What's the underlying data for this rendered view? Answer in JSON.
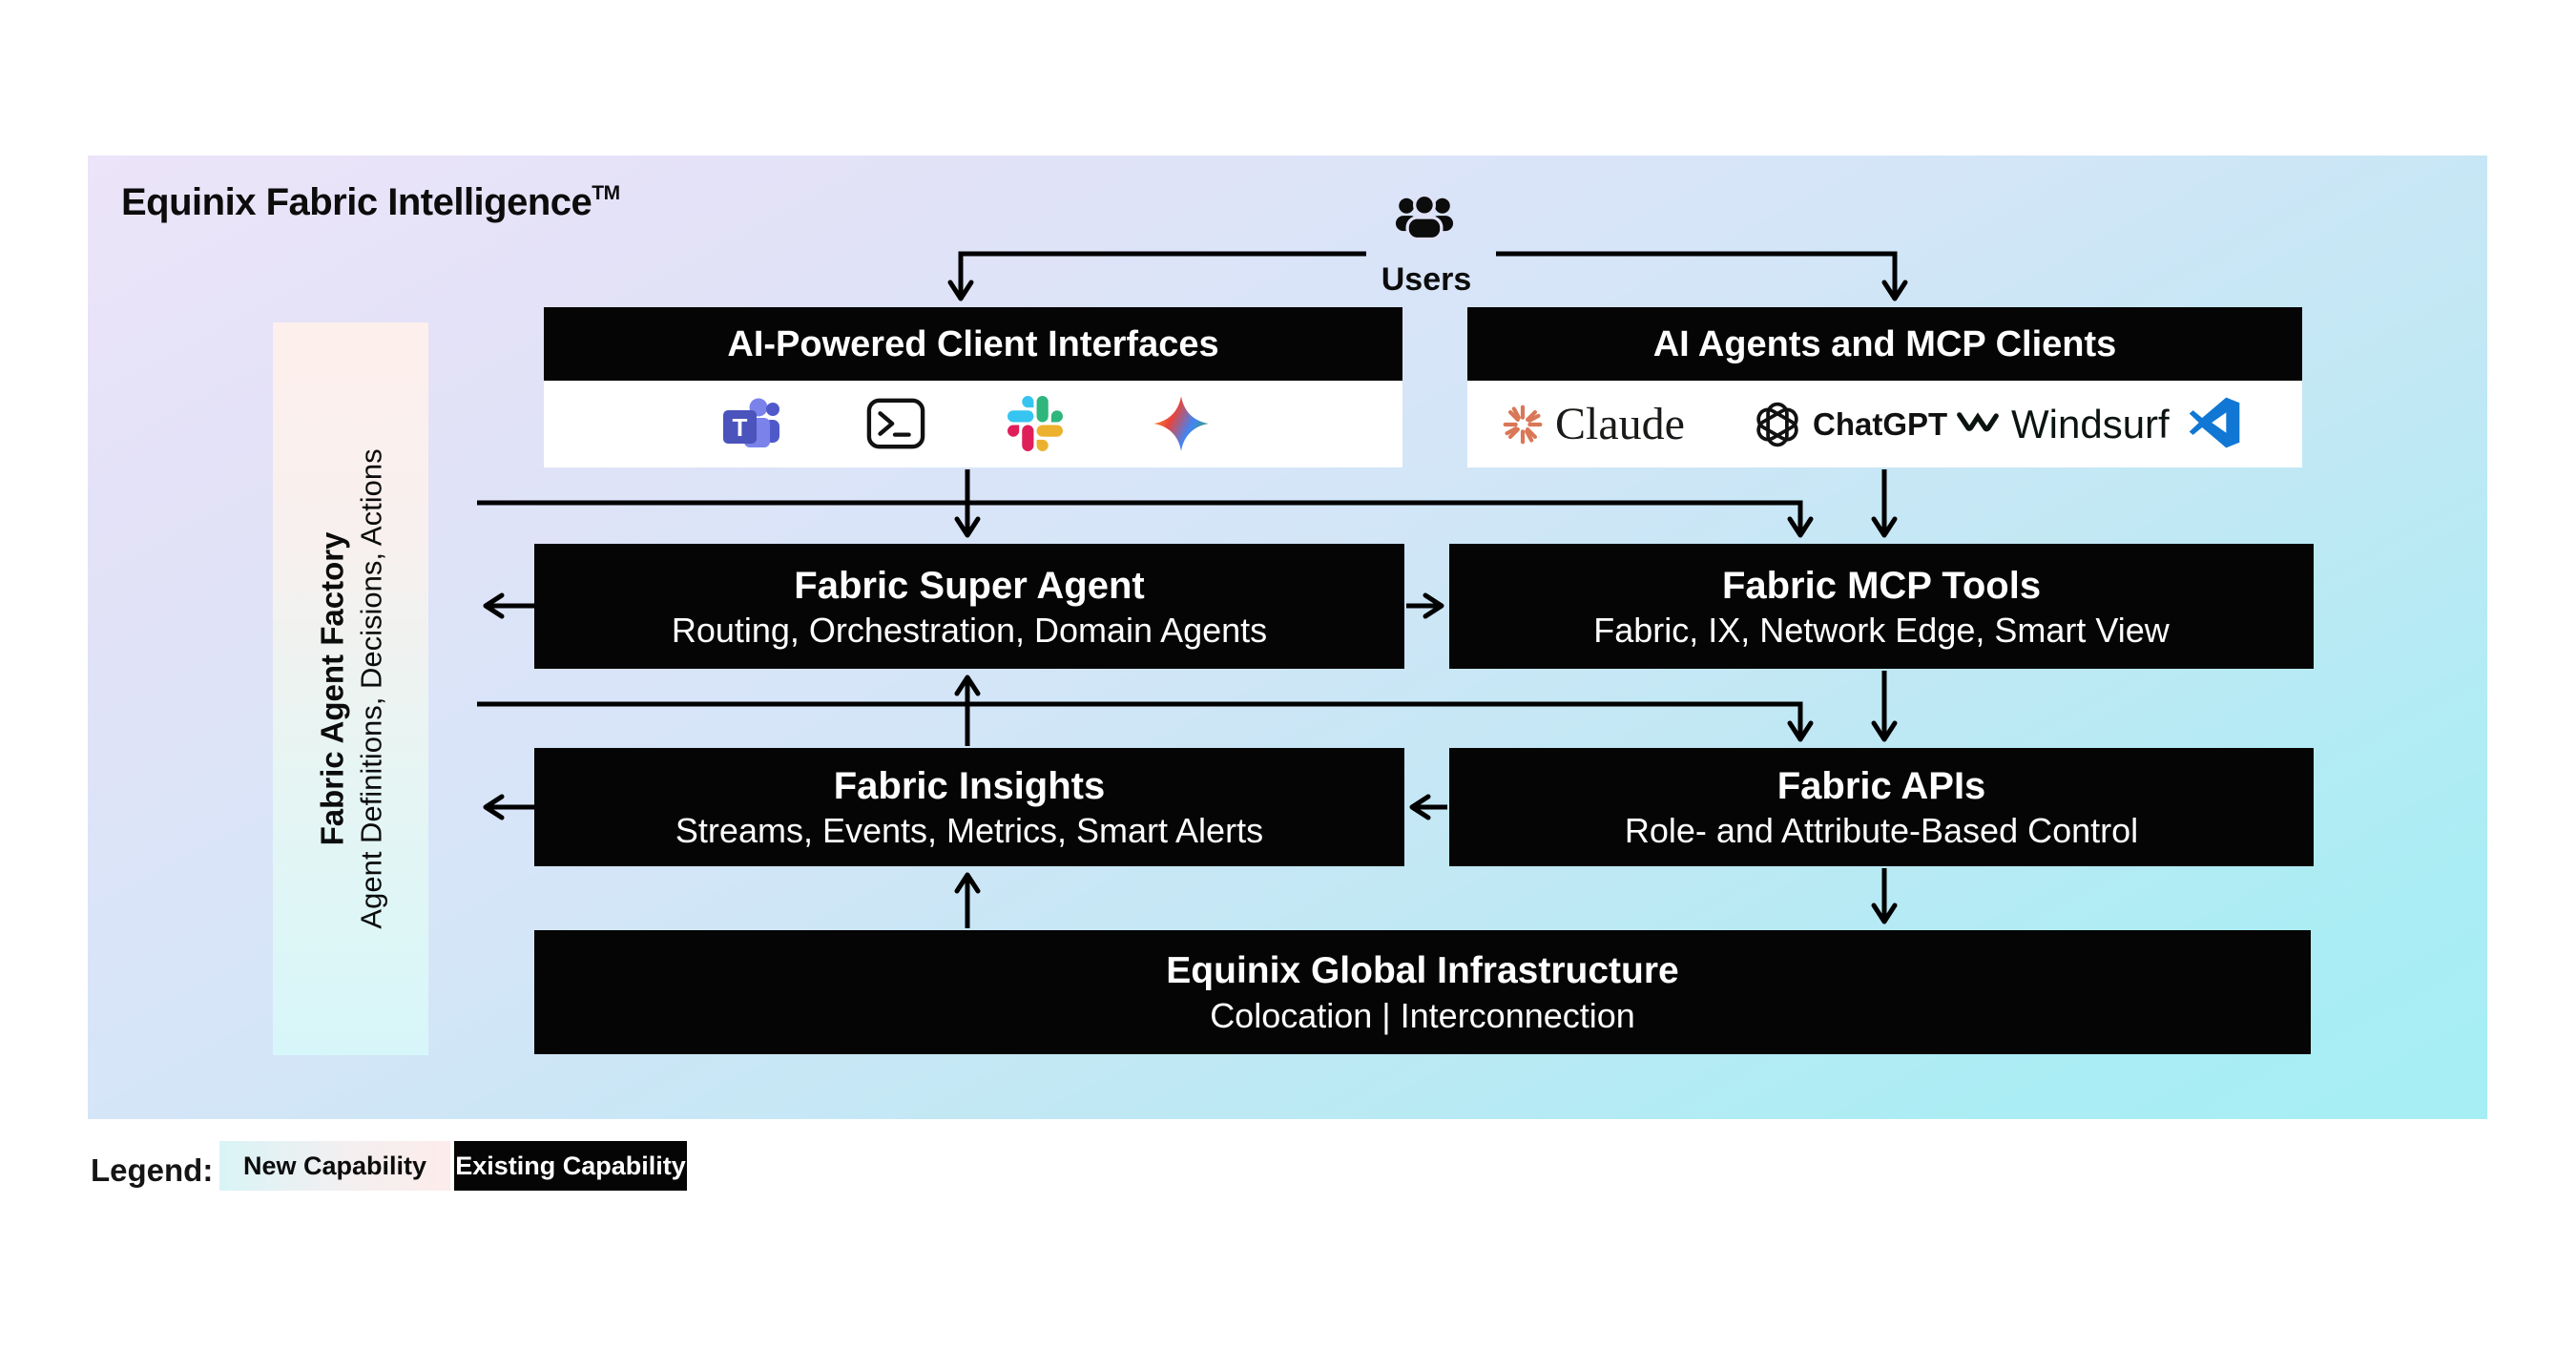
{
  "page": {
    "title_main": "Equinix Fabric Intelligence",
    "title_sup": "TM"
  },
  "users": {
    "label": "Users"
  },
  "headers": {
    "client_interfaces": "AI-Powered Client Interfaces",
    "ai_agents": "AI Agents and MCP Clients"
  },
  "icons": {
    "client_row": [
      "microsoft-teams",
      "terminal",
      "slack",
      "gemini"
    ],
    "teams_letter": "T"
  },
  "logos": {
    "claude": "Claude",
    "chatgpt": "ChatGPT",
    "windsurf": "Windsurf",
    "vscode": "visual-studio-code"
  },
  "boxes": {
    "super_agent": {
      "title": "Fabric Super Agent",
      "subtitle": "Routing, Orchestration, Domain Agents"
    },
    "mcp_tools": {
      "title": "Fabric MCP Tools",
      "subtitle": "Fabric, IX, Network Edge, Smart View"
    },
    "insights": {
      "title": "Fabric Insights",
      "subtitle": "Streams, Events, Metrics, Smart Alerts"
    },
    "apis": {
      "title": "Fabric APIs",
      "subtitle": "Role- and Attribute-Based Control"
    },
    "infrastructure": {
      "title": "Equinix Global Infrastructure",
      "subtitle": "Colocation  |  Interconnection"
    }
  },
  "factory": {
    "title": "Fabric Agent Factory",
    "subtitle": "Agent Definitions, Decisions, Actions"
  },
  "legend": {
    "label": "Legend:",
    "new": "New Capability",
    "existing": "Existing Capability"
  },
  "colors": {
    "box_bg": "#050505",
    "box_text": "#ffffff",
    "arrow": "#000000",
    "panel_gradient_top": "#ece4f9",
    "panel_gradient_bottom": "#a5eef4",
    "new_capability_left": "#d9f4f6",
    "new_capability_right": "#fdeceb",
    "claude_orange": "#D97757",
    "teams_purple": "#4B53BC",
    "slack_blue": "#36C5F0",
    "slack_green": "#2EB67D",
    "slack_red": "#E01E5A",
    "slack_yellow": "#ECB22E",
    "vscode_blue": "#1177d4",
    "gemini_blue": "#4285F4",
    "gemini_red": "#E9443B",
    "gemini_green": "#34A853"
  }
}
